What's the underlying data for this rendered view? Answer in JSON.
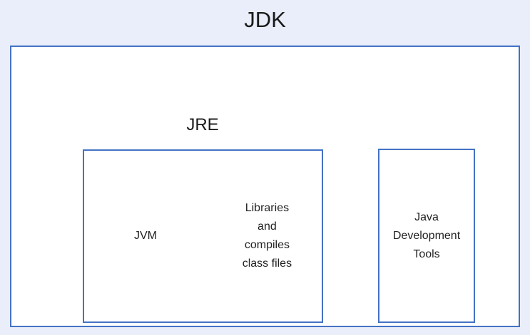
{
  "diagram": {
    "title": "JDK",
    "jre_label": "JRE",
    "left_box": {
      "jvm_label": "JVM",
      "libraries_label": "Libraries\nand\ncompiles\nclass files"
    },
    "right_box": {
      "tools_label": "Java\nDevelopment\nTools"
    }
  },
  "colors": {
    "border": "#4472c4",
    "page_background": "#e9eefa",
    "box_fill": "#ffffff",
    "text": "#222222"
  }
}
